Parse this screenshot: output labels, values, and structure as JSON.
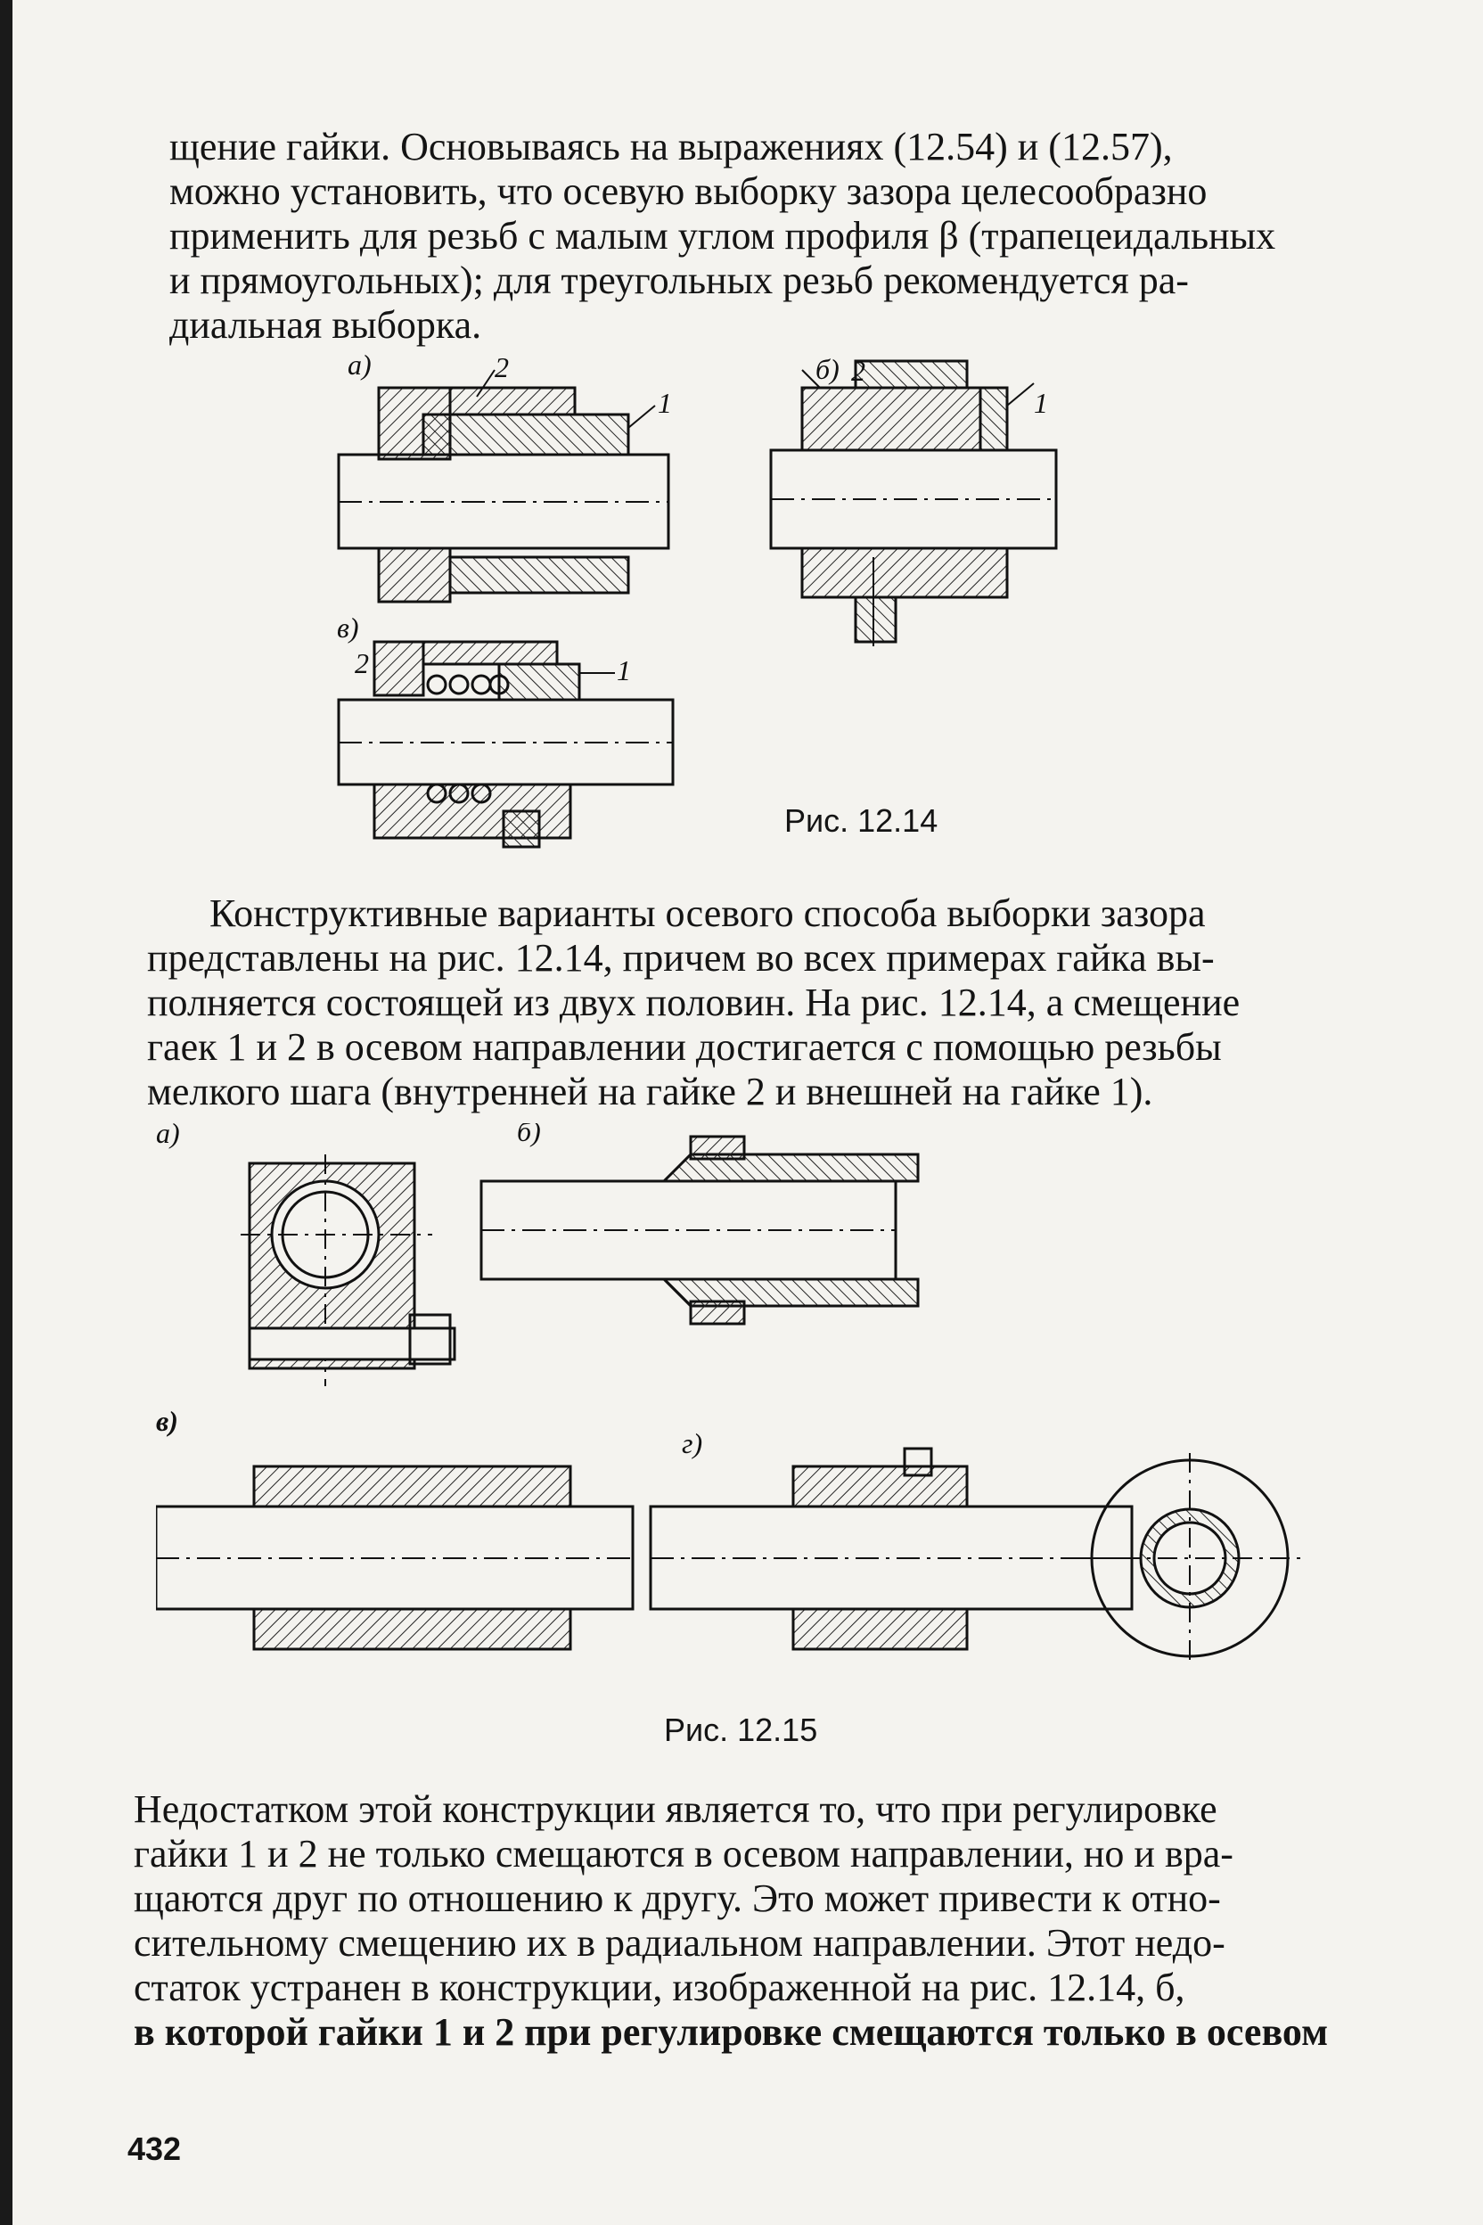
{
  "paragraph1": {
    "lines": [
      "щение гайки. Основываясь на выражениях (12.54) и (12.57),",
      "можно установить, что осевую выборку зазора целесообразно",
      "применить для резьб с малым углом профиля β (трапецеидальных",
      "и прямоугольных); для треугольных резьб рекомендуется ра-",
      "диальная выборка."
    ]
  },
  "figure1": {
    "caption": "Рис. 12.14",
    "labels": {
      "a": "а)",
      "b": "б)",
      "v": "в)",
      "n1": "1",
      "n2": "2"
    }
  },
  "paragraph2": {
    "lines": [
      "Конструктивные варианты осевого способа выборки зазора",
      "представлены на рис. 12.14, причем во всех примерах гайка вы-",
      "полняется состоящей из двух половин. На рис. 12.14, а смещение",
      "гаек 1 и 2 в осевом направлении достигается с помощью резьбы",
      "мелкого шага (внутренней на гайке 2 и внешней на гайке 1)."
    ]
  },
  "figure2": {
    "caption": "Рис. 12.15",
    "labels": {
      "a": "а)",
      "b": "б)",
      "v": "в)",
      "g": "г)"
    }
  },
  "paragraph3": {
    "lines": [
      "Недостатком этой конструкции является то, что при регулировке",
      "гайки 1 и 2 не только смещаются в осевом направлении, но и вра-",
      "щаются друг по отношению к другу. Это может привести к отно-",
      "сительному смещению их в радиальном направлении. Этот недо-",
      "статок устранен в конструкции, изображенной на рис. 12.14, б,",
      "в которой гайки 1 и 2 при регулировке смещаются только в осевом"
    ]
  },
  "page_number": "432"
}
